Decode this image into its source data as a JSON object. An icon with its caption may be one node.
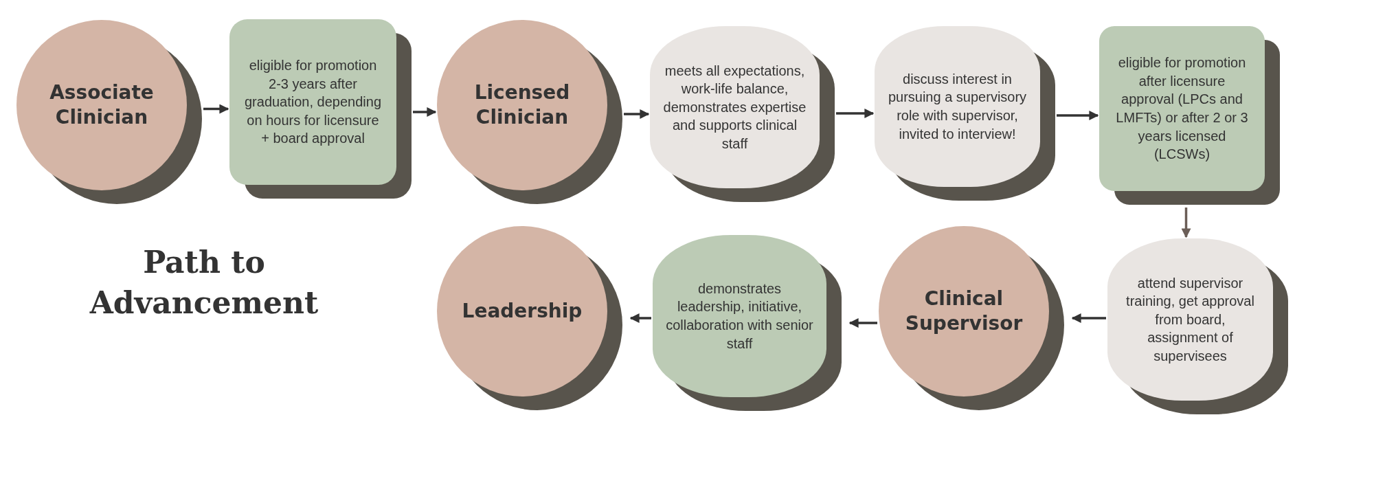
{
  "diagram": {
    "title": "Path to Advancement",
    "nodes": [
      {
        "text": [
          "Associate Clinician"
        ]
      },
      {
        "text": [
          "eligible for promotion 2-3 years after graduation, depending on hours for licensure + board approval"
        ]
      },
      {
        "text": [
          "Licensed Clinician"
        ]
      },
      {
        "text": [
          "meets all expectations,  work-life balance, demonstrates expertise and supports clinical staff"
        ]
      },
      {
        "text": [
          "discuss interest in pursuing a supervisory role with supervisor, invited to interview!"
        ]
      },
      {
        "text": [
          "eligible for promotion after licensure approval (LPCs and LMFTs) or after 2 or 3 years licensed (LCSWs)"
        ]
      },
      {
        "text": [
          "attend supervisor training, get approval from board, assignment of supervisees"
        ]
      },
      {
        "text": [
          "Clinical Supervisor"
        ]
      },
      {
        "text": [
          "demonstrates leadership, initiative, collaboration with senior staff"
        ]
      },
      {
        "text": [
          "Leadership"
        ]
      }
    ],
    "edges": [
      {
        "from": 0,
        "to": 1,
        "arrow": "to"
      },
      {
        "from": 1,
        "to": 2,
        "arrow": "to"
      },
      {
        "from": 2,
        "to": 3,
        "arrow": "to"
      },
      {
        "from": 3,
        "to": 4,
        "arrow": "to"
      },
      {
        "from": 4,
        "to": 5,
        "arrow": "to"
      },
      {
        "from": 5,
        "to": 6,
        "arrow": "to",
        "color": "#6b5e57"
      },
      {
        "from": 6,
        "to": 7,
        "arrow": "to"
      },
      {
        "from": 7,
        "to": 8,
        "arrow": "to"
      },
      {
        "from": 8,
        "to": 9,
        "arrow": "to"
      }
    ]
  }
}
